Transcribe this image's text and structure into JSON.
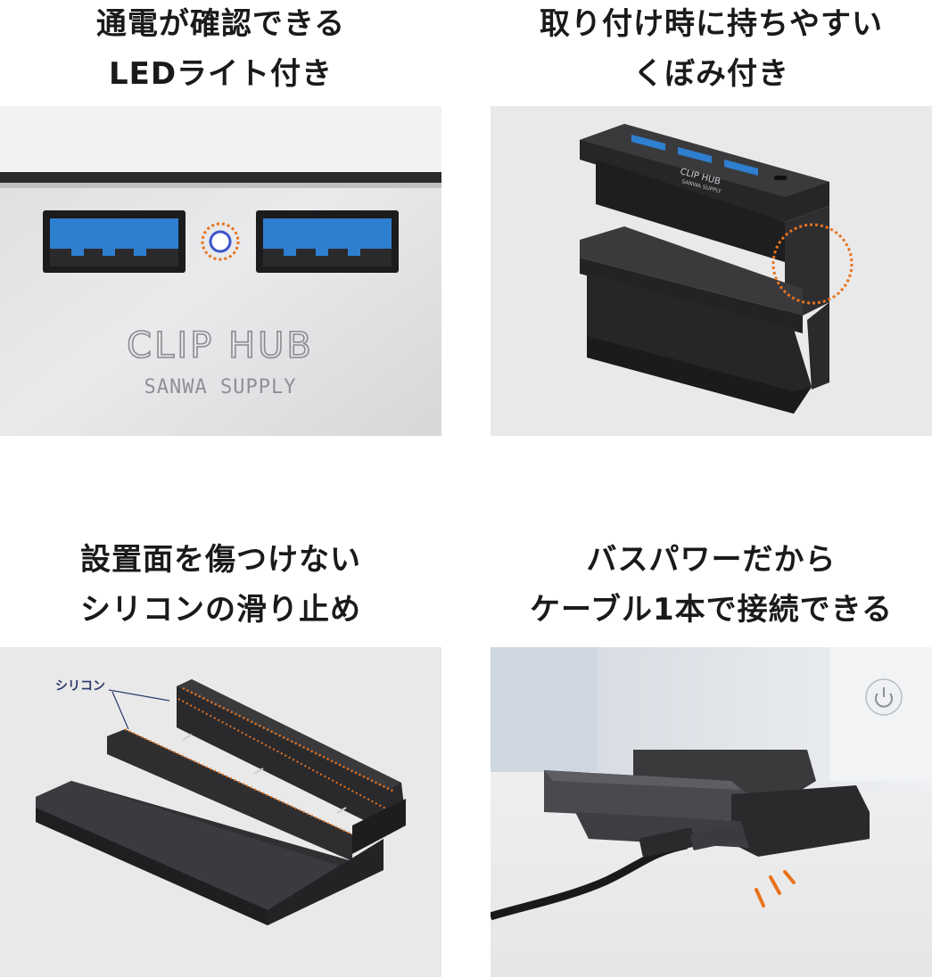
{
  "features": [
    {
      "title_lines": [
        "通電が確認できる",
        "LEDライト付き"
      ],
      "photo": {
        "logo": "CLIP HUB",
        "brand": "SANWA SUPPLY",
        "icons": [
          "usb-port-icon",
          "led-indicator-icon"
        ]
      }
    },
    {
      "title_lines": [
        "取り付け時に持ちやすい",
        "くぼみ付き"
      ],
      "photo": {
        "logo": "CLIP HUB",
        "brand": "SANWA SUPPLY",
        "icons": [
          "usb-port-icon",
          "highlight-circle-icon"
        ]
      }
    },
    {
      "title_lines": [
        "設置面を傷つけない",
        "シリコンの滑り止め"
      ],
      "photo": {
        "callout": "シリコン",
        "icons": [
          "callout-line-icon"
        ]
      }
    },
    {
      "title_lines": [
        "バスパワーだから",
        "ケーブル1本で接続できる"
      ],
      "photo": {
        "icons": [
          "power-button-icon",
          "usb-cable-icon",
          "motion-lines-icon"
        ]
      }
    }
  ],
  "colors": {
    "accent_orange": "#e8731c",
    "usb_blue": "#2f7fd1",
    "callout_navy": "#2b3a6b"
  }
}
